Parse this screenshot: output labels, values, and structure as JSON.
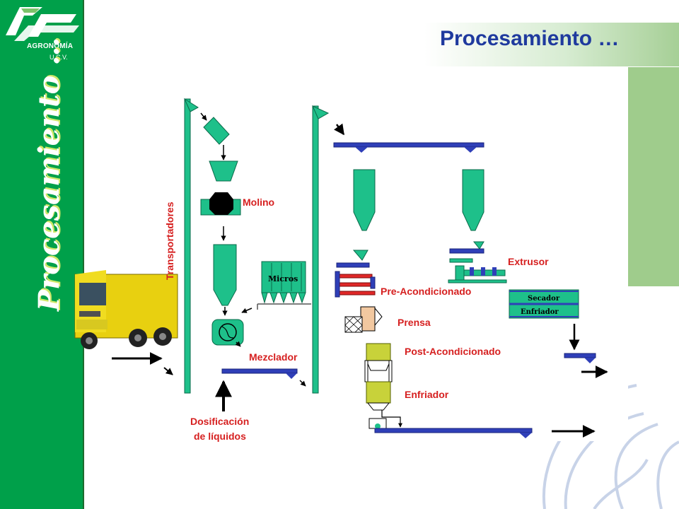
{
  "sidebar": {
    "brand": "AGRONOMÍA",
    "brand_sub": "U.C.V.",
    "vertical_title": "Procesamiento …"
  },
  "header": {
    "title": "Procesamiento …"
  },
  "diagram": {
    "labels": {
      "transportadores": "Transportadores",
      "molino": "Molino",
      "micros": "Micros",
      "mezclador": "Mezclador",
      "dosificacion_line1": "Dosificación",
      "dosificacion_line2": "de líquidos",
      "extrusor": "Extrusor",
      "pre_acondicionado": "Pre-Acondicionado",
      "prensa": "Prensa",
      "post_acondicionado": "Post-Acondicionado",
      "enfriador": "Enfriador",
      "secador": "Secador",
      "enfriador_box": "Enfriador"
    },
    "colors": {
      "equipment": "#1ec08a",
      "conveyor": "#2f3fb8",
      "label": "#d62020",
      "press": "#f2c8a0",
      "post_conditioner": "#c8d23a",
      "conditioner": "#e02828"
    }
  }
}
